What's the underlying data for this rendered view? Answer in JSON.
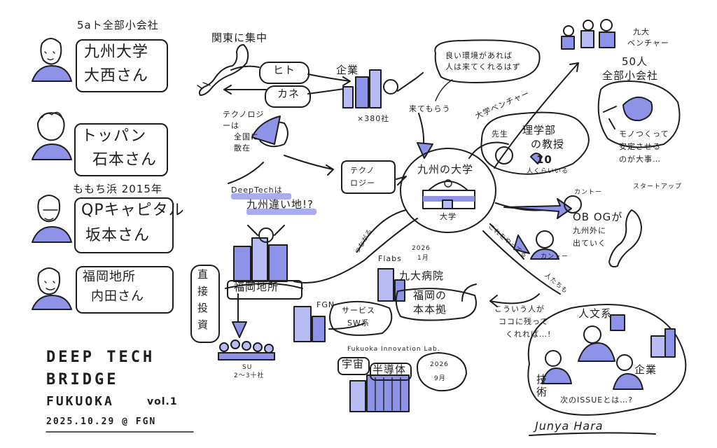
{
  "left_panel": {
    "speaker1": {
      "note": "5aト全部小会社",
      "line1": "九州大学",
      "line2": "大西さん"
    },
    "speaker2": {
      "line1": "トッパン",
      "line2": "石本さん"
    },
    "speaker3": {
      "note": "ももち浜 2015年",
      "line1": "QPキャピタル",
      "line2": "坂本さん"
    },
    "speaker4": {
      "line1": "福岡地所",
      "line2": "内田さん"
    }
  },
  "event": {
    "line1": "DEEP TECH",
    "line2": "BRIDGE",
    "line3": "FUKUOKA",
    "vol": "vol.1",
    "date": "2025.10.29 @ FGN"
  },
  "map": {
    "kanto": "関東に集中",
    "hito": "ヒト",
    "kane": "カネ",
    "kigyo": "企業",
    "kigyo_count": "×380社",
    "kitemorau": "来てもらう",
    "good_env": [
      "良い環境があれば",
      "人は来てくれるはず"
    ],
    "tech_note": [
      "テクノロジ",
      "ーは",
      "全国に",
      "散在"
    ],
    "deeptech": [
      "DeepTechは",
      "九州違い地!?"
    ],
    "techno_box": [
      "テクノ",
      "ロジー"
    ],
    "univ_center": "九州の大学",
    "univ_label": "大学",
    "venture": "大学ベンチャー",
    "sensei": "先生",
    "rigaku": [
      "理学部",
      "の教授"
    ],
    "ten": "10",
    "ten_note": "人くらいいる",
    "kyudai_venture": [
      "九大",
      "ベンチャー"
    ],
    "fifty": [
      "50人",
      "全部小会社"
    ],
    "mono": [
      "モノつくって",
      "安定させる",
      "のが大事…"
    ],
    "startup": "スタートアップ",
    "kanto2": "カントー",
    "obog": [
      "OB OGが",
      "九州外に",
      "出ていく"
    ],
    "kanto3": "カントー",
    "korewo": "これをやってる",
    "hitotachimo": "人たちも",
    "koiu": [
      "こういう人が",
      "ココに残って",
      "くれれば…!"
    ],
    "jinbun": "人文系",
    "kigyo2": "企業",
    "gijutsu": [
      "技",
      "術"
    ],
    "next_issue": "次のISSUEとは…?",
    "flabs": "Flabs",
    "flabs_date": [
      "2026",
      "1月"
    ],
    "kyudai_hosp": "九大病院",
    "fukuoka_honsha": [
      "福岡の",
      "本本拠"
    ],
    "fukuoka_jisho": "福岡地所",
    "chokusetsu": [
      "直",
      "接",
      "投",
      "資"
    ],
    "sw_service": [
      "サービス",
      "SW系"
    ],
    "fgn": "FGN",
    "fil": "Fukuoka Innovation Lab.",
    "uchu": "宇宙",
    "handotai": "半導体",
    "fil_date": [
      "2026",
      "9月"
    ],
    "su": [
      "SU",
      "2～3十社"
    ],
    "tsunagaru": "つながる"
  },
  "signature": "Junya Hara",
  "colors": {
    "accent": "#8f93e8",
    "accent_light": "#b9bcf3",
    "ink": "#1e1e1e"
  }
}
